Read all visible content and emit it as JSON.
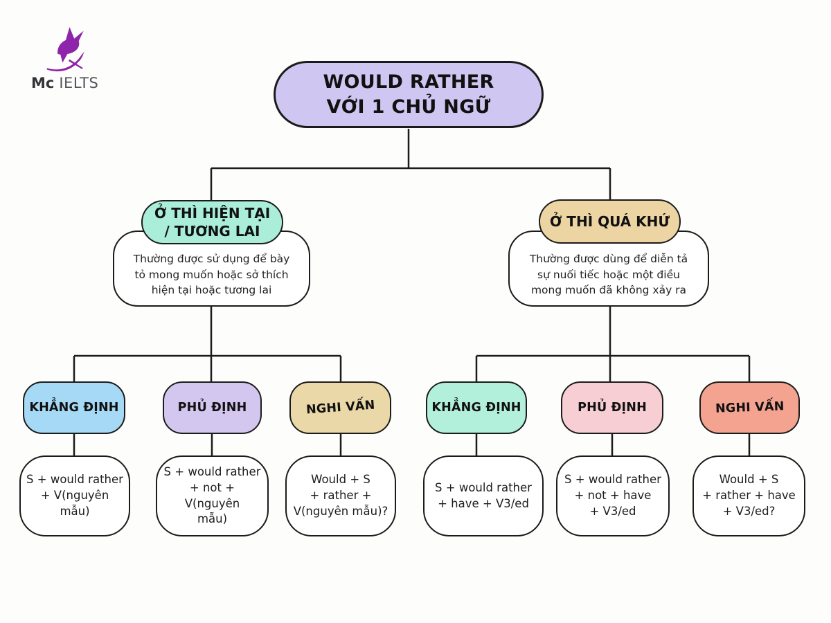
{
  "logo": {
    "mc": "Mc",
    "ielts": "IELTS"
  },
  "title": {
    "text": "WOULD RATHER\nVỚI 1 CHỦ NGỮ",
    "fill": "#cfc6f2"
  },
  "colors": {
    "outline": "#1b1b1b",
    "background": "#fdfdfb",
    "logo_purple": "#8e24aa"
  },
  "branches": [
    {
      "id": "present-future",
      "heading": "Ở THÌ HIỆN TẠI\n/ TƯƠNG LAI",
      "heading_fill": "#aaeeda",
      "description": "Thường được sử dụng để bày\ntỏ mong muốn hoặc sở thích\nhiện tại hoặc tương lai",
      "children": [
        {
          "label": "KHẲNG ĐỊNH",
          "fill": "#a5d9f5",
          "formula": "S + would rather\n+ V(nguyên mẫu)"
        },
        {
          "label": "PHỦ ĐỊNH",
          "fill": "#d3c6ef",
          "formula": "S + would rather\n+ not + V(nguyên\nmẫu)"
        },
        {
          "label": "NGHI VẤN",
          "fill": "#ead8a8",
          "formula": "Would + S\n+ rather +\nV(nguyên mẫu)?"
        }
      ]
    },
    {
      "id": "past",
      "heading": "Ở THÌ QUÁ KHỨ",
      "heading_fill": "#ecd4a3",
      "description": "Thường được dùng để diễn tả\nsự nuối tiếc hoặc một điều\nmong muốn đã không xảy ra",
      "children": [
        {
          "label": "KHẲNG ĐỊNH",
          "fill": "#b2f0dc",
          "formula": "S + would rather\n+ have + V3/ed"
        },
        {
          "label": "PHỦ ĐỊNH",
          "fill": "#f6ced4",
          "formula": "S + would rather\n+ not + have\n+ V3/ed"
        },
        {
          "label": "NGHI VẤN",
          "fill": "#f4a391",
          "formula": "Would + S\n+ rather + have\n+ V3/ed?"
        }
      ]
    }
  ]
}
